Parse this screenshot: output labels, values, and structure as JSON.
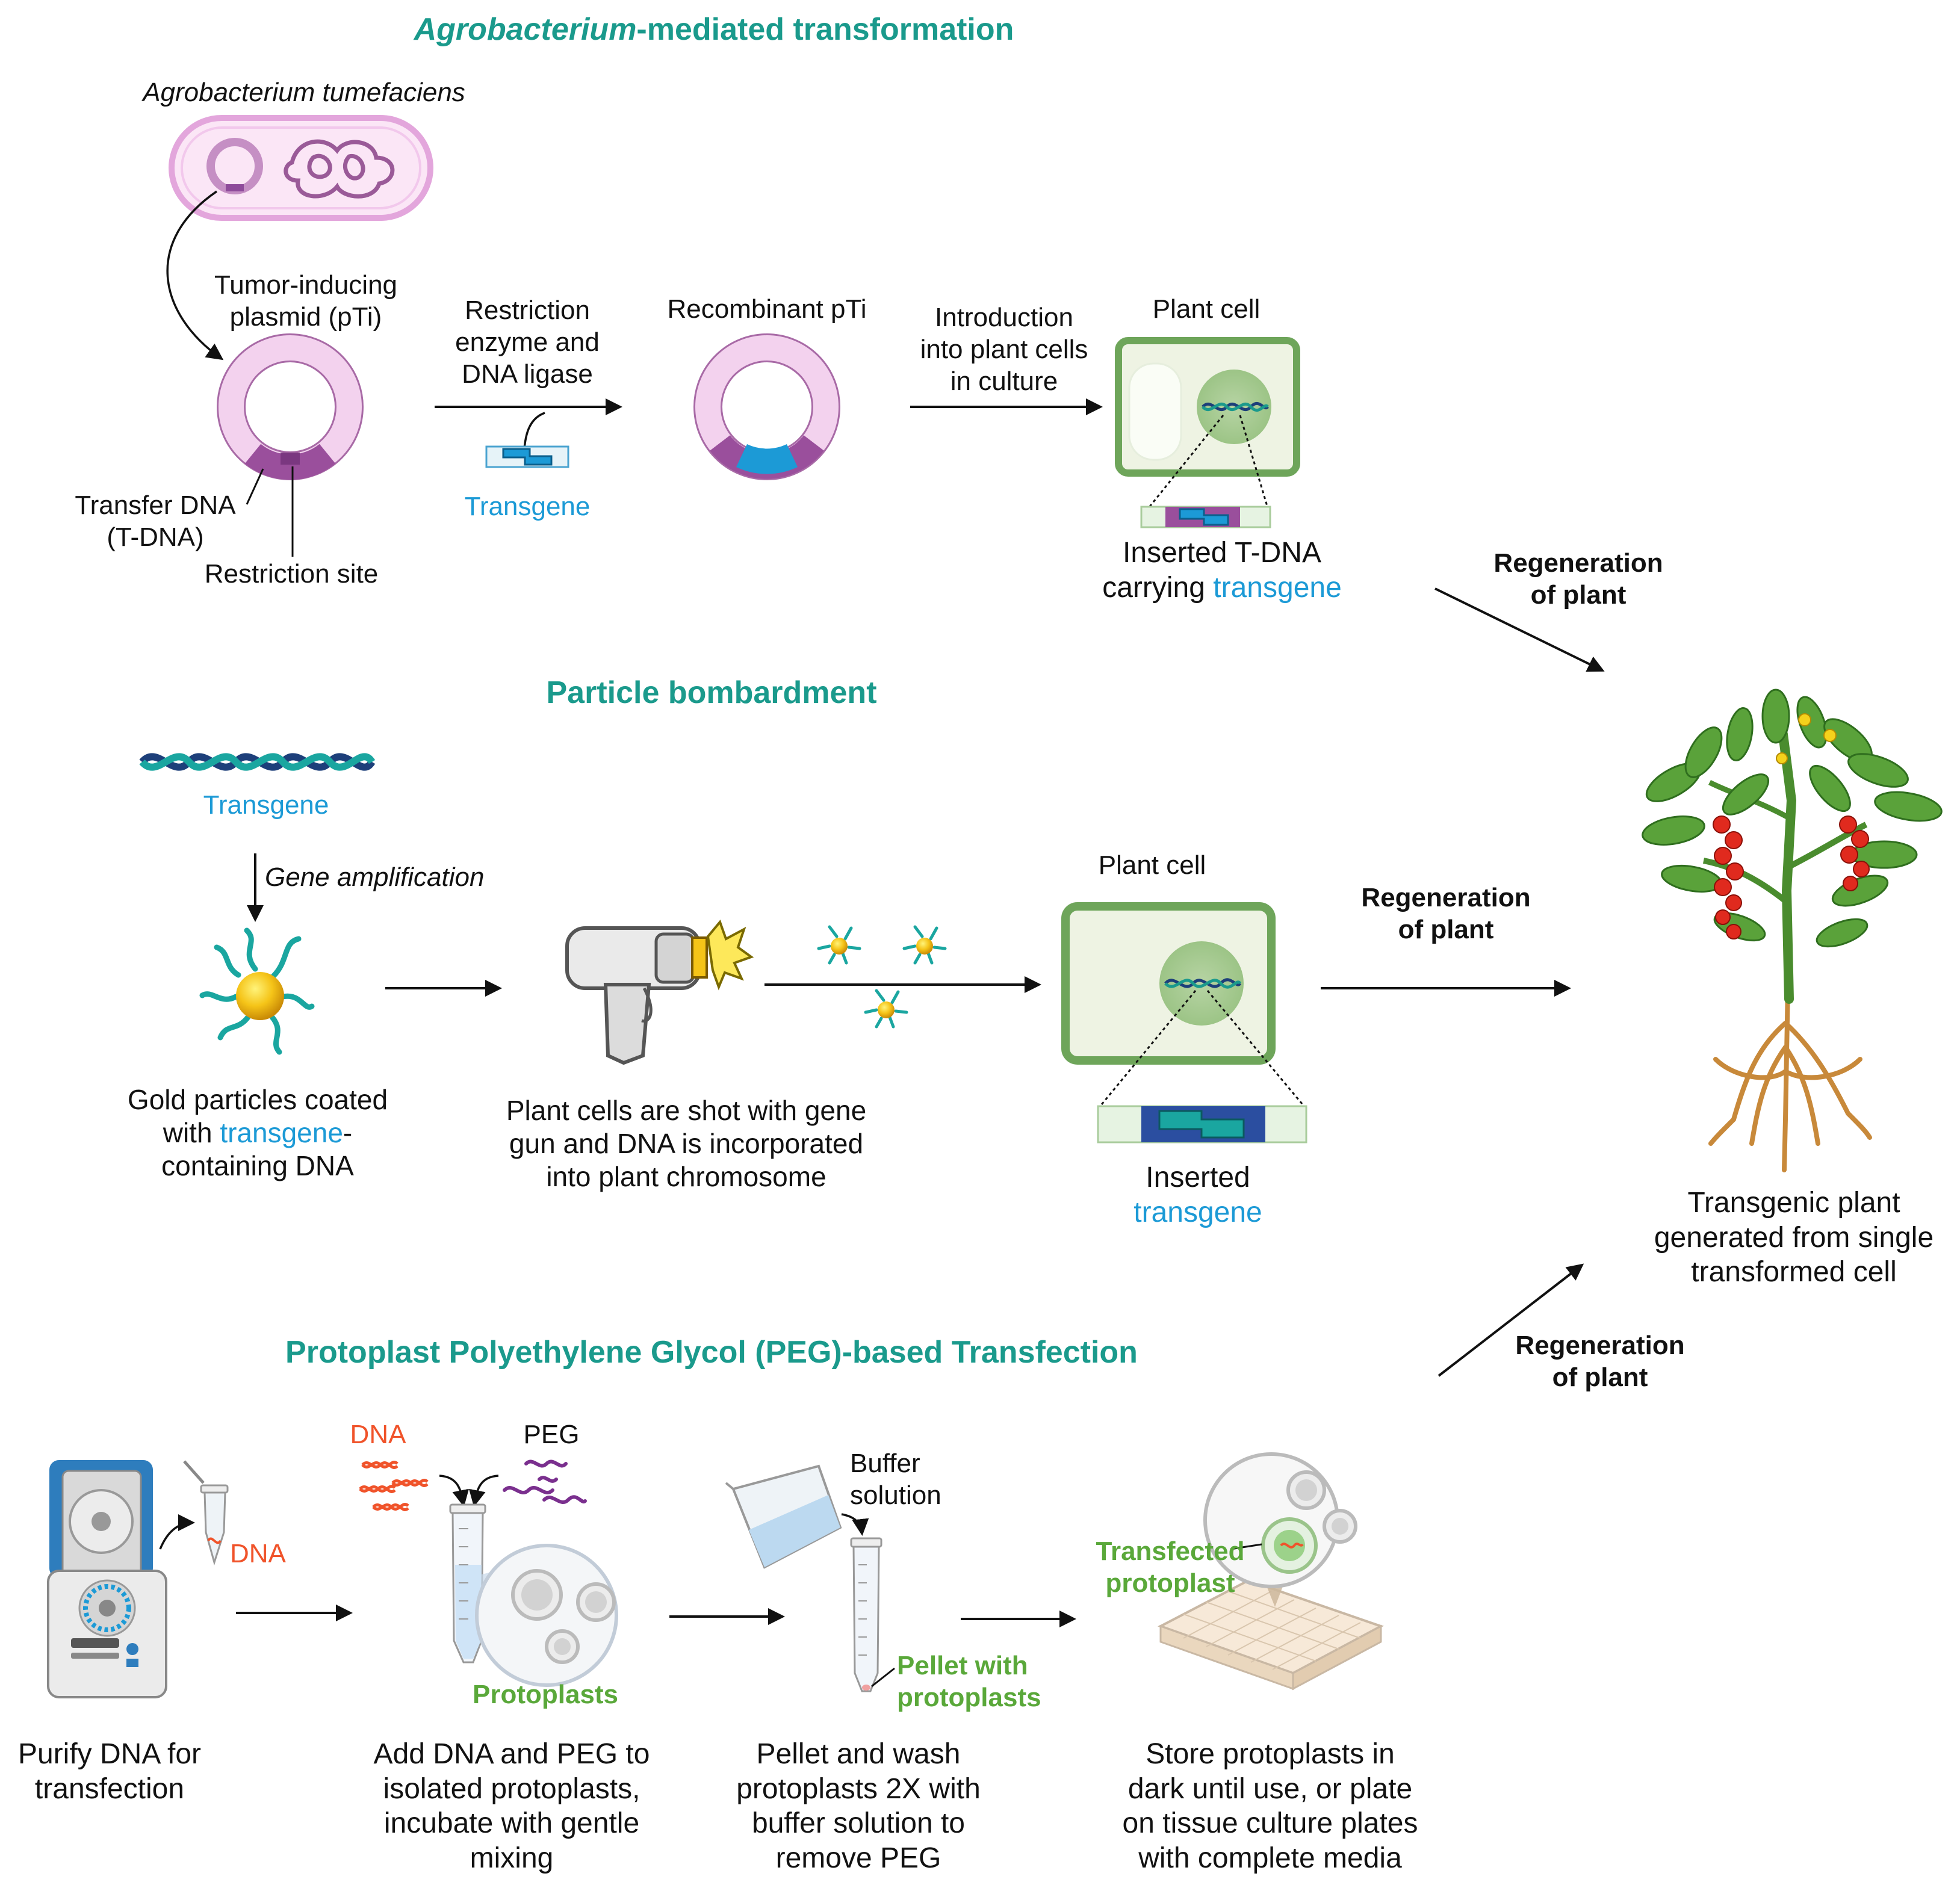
{
  "agro": {
    "title_italic": "Agrobacterium",
    "title_rest": "-mediated transformation",
    "bacterium": "Agrobacterium tumefaciens",
    "plasmid_lines": [
      "Tumor-inducing",
      "plasmid (pTi)"
    ],
    "tdna_lines": [
      "Transfer DNA",
      "(T-DNA)"
    ],
    "restriction_site": "Restriction site",
    "enzyme_lines": [
      "Restriction",
      "enzyme and",
      "DNA ligase"
    ],
    "transgene": "Transgene",
    "recombinant": "Recombinant pTi",
    "intro_lines": [
      "Introduction",
      "into plant cells",
      "in culture"
    ],
    "plant_cell": "Plant cell",
    "inserted_line1": "Inserted T-DNA",
    "inserted_prefix": "carrying ",
    "inserted_transgene": "transgene",
    "regen_lines": [
      "Regeneration",
      "of plant"
    ]
  },
  "particle": {
    "title": "Particle bombardment",
    "transgene": "Transgene",
    "gene_amp": "Gene amplification",
    "gold_line1": "Gold particles coated",
    "gold_prefix": "with ",
    "gold_transgene": "transgene",
    "gold_suffix": "-",
    "gold_line3": "containing DNA",
    "gun_lines": [
      "Plant cells are shot with gene",
      "gun and DNA is incorporated",
      "into plant chromosome"
    ],
    "plant_cell": "Plant cell",
    "inserted": "Inserted",
    "inserted_transgene": "transgene",
    "regen_lines": [
      "Regeneration",
      "of plant"
    ]
  },
  "result": {
    "lines": [
      "Transgenic plant",
      "generated from single",
      "transformed cell"
    ]
  },
  "peg": {
    "title": "Protoplast Polyethylene Glycol (PEG)-based Transfection",
    "regen_lines": [
      "Regeneration",
      "of plant"
    ],
    "dna_tube": "DNA",
    "dna": "DNA",
    "peg": "PEG",
    "protoplasts": "Protoplasts",
    "buffer_lines": [
      "Buffer",
      "solution"
    ],
    "pellet_lines": [
      "Pellet with",
      "protoplasts"
    ],
    "transfected_lines": [
      "Transfected",
      "protoplast"
    ],
    "step1_lines": [
      "Purify DNA for",
      "transfection"
    ],
    "step2_lines": [
      "Add DNA and PEG to",
      "isolated protoplasts,",
      "incubate with gentle",
      "mixing"
    ],
    "step3_lines": [
      "Pellet and wash",
      "protoplasts 2X with",
      "buffer solution to",
      "remove PEG"
    ],
    "step4_lines": [
      "Store protoplasts in",
      "dark until use, or plate",
      "on tissue culture plates",
      "with complete media"
    ]
  },
  "colors": {
    "title_teal": "#1a9a8c",
    "transgene_blue": "#1c9ad6",
    "plasmid_pink": "#d9a6d6",
    "tdna_purple": "#8e4a9a",
    "cell_green": "#5e9a4a",
    "peg_green": "#5aa83a",
    "dna_orange": "#f0532a"
  }
}
